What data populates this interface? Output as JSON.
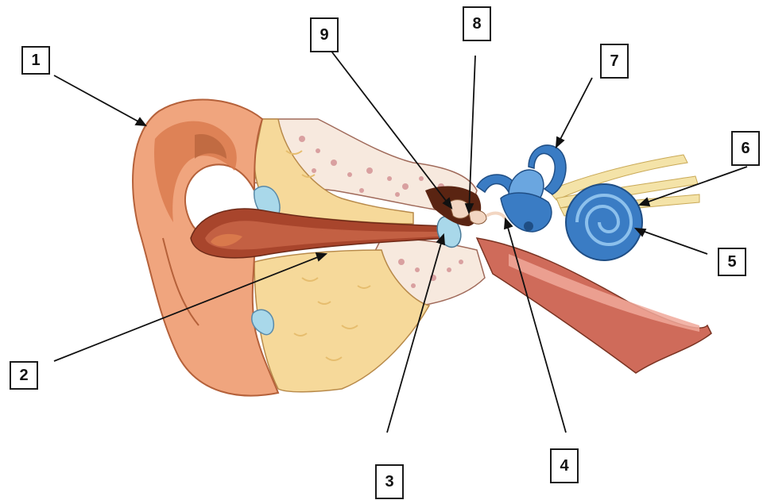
{
  "diagram": {
    "labels": [
      {
        "id": "label-1",
        "text": "1"
      },
      {
        "id": "label-2",
        "text": "2"
      },
      {
        "id": "label-3",
        "text": "3"
      },
      {
        "id": "label-4",
        "text": "4"
      },
      {
        "id": "label-5",
        "text": "5"
      },
      {
        "id": "label-6",
        "text": "6"
      },
      {
        "id": "label-7",
        "text": "7"
      },
      {
        "id": "label-8",
        "text": "8"
      },
      {
        "id": "label-9",
        "text": "9"
      }
    ],
    "colors": {
      "skin": "#f0a57e",
      "skin_dark": "#d9794c",
      "canal": "#a8452c",
      "canal_light": "#c9674a",
      "bone": "#f6d99a",
      "bone_spongy": "#f7e9de",
      "bone_dots": "#d9a0a0",
      "cartilage": "#a9d8ea",
      "inner_ear": "#3a7cc4",
      "inner_ear_light": "#6aa6e0",
      "nerve": "#f4e3a8",
      "tube": "#cf6b5a",
      "tube_light": "#f0a89a",
      "leader": "#111111"
    }
  }
}
